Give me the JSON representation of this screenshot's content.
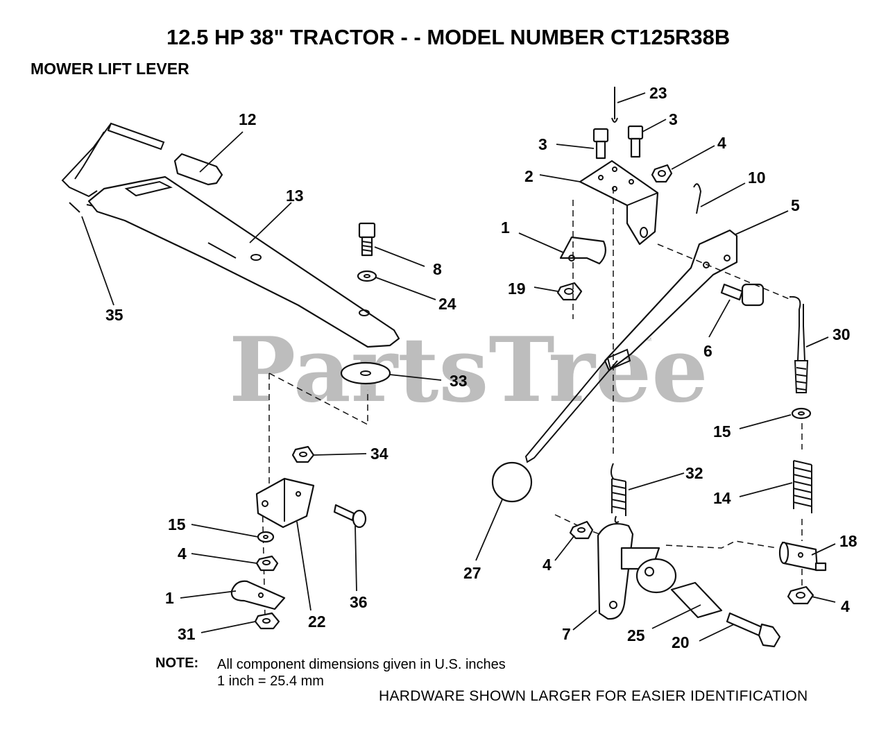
{
  "title": "12.5 HP 38\" TRACTOR - - MODEL NUMBER CT125R38B",
  "section_title": "MOWER LIFT LEVER",
  "watermark": "PartsTree",
  "watermark_mark": "™",
  "note": {
    "label": "NOTE:",
    "line1": "All component dimensions given in U.S. inches",
    "line2": "1 inch = 25.4 mm"
  },
  "footer": "HARDWARE SHOWN LARGER FOR EASIER IDENTIFICATION",
  "callouts": [
    {
      "id": "c12",
      "label": "12"
    },
    {
      "id": "c13",
      "label": "13"
    },
    {
      "id": "c35",
      "label": "35"
    },
    {
      "id": "c8",
      "label": "8"
    },
    {
      "id": "c24",
      "label": "24"
    },
    {
      "id": "c33",
      "label": "33"
    },
    {
      "id": "c34",
      "label": "34"
    },
    {
      "id": "c15a",
      "label": "15"
    },
    {
      "id": "c4a",
      "label": "4"
    },
    {
      "id": "c1a",
      "label": "1"
    },
    {
      "id": "c31",
      "label": "31"
    },
    {
      "id": "c22",
      "label": "22"
    },
    {
      "id": "c36",
      "label": "36"
    },
    {
      "id": "c23",
      "label": "23"
    },
    {
      "id": "c3a",
      "label": "3"
    },
    {
      "id": "c3b",
      "label": "3"
    },
    {
      "id": "c4b",
      "label": "4"
    },
    {
      "id": "c2",
      "label": "2"
    },
    {
      "id": "c10",
      "label": "10"
    },
    {
      "id": "c5",
      "label": "5"
    },
    {
      "id": "c1b",
      "label": "1"
    },
    {
      "id": "c19",
      "label": "19"
    },
    {
      "id": "c6",
      "label": "6"
    },
    {
      "id": "c30",
      "label": "30"
    },
    {
      "id": "c15b",
      "label": "15"
    },
    {
      "id": "c32",
      "label": "32"
    },
    {
      "id": "c14",
      "label": "14"
    },
    {
      "id": "c27",
      "label": "27"
    },
    {
      "id": "c18",
      "label": "18"
    },
    {
      "id": "c4c",
      "label": "4"
    },
    {
      "id": "c4d",
      "label": "4"
    },
    {
      "id": "c7",
      "label": "7"
    },
    {
      "id": "c25",
      "label": "25"
    },
    {
      "id": "c20",
      "label": "20"
    }
  ]
}
